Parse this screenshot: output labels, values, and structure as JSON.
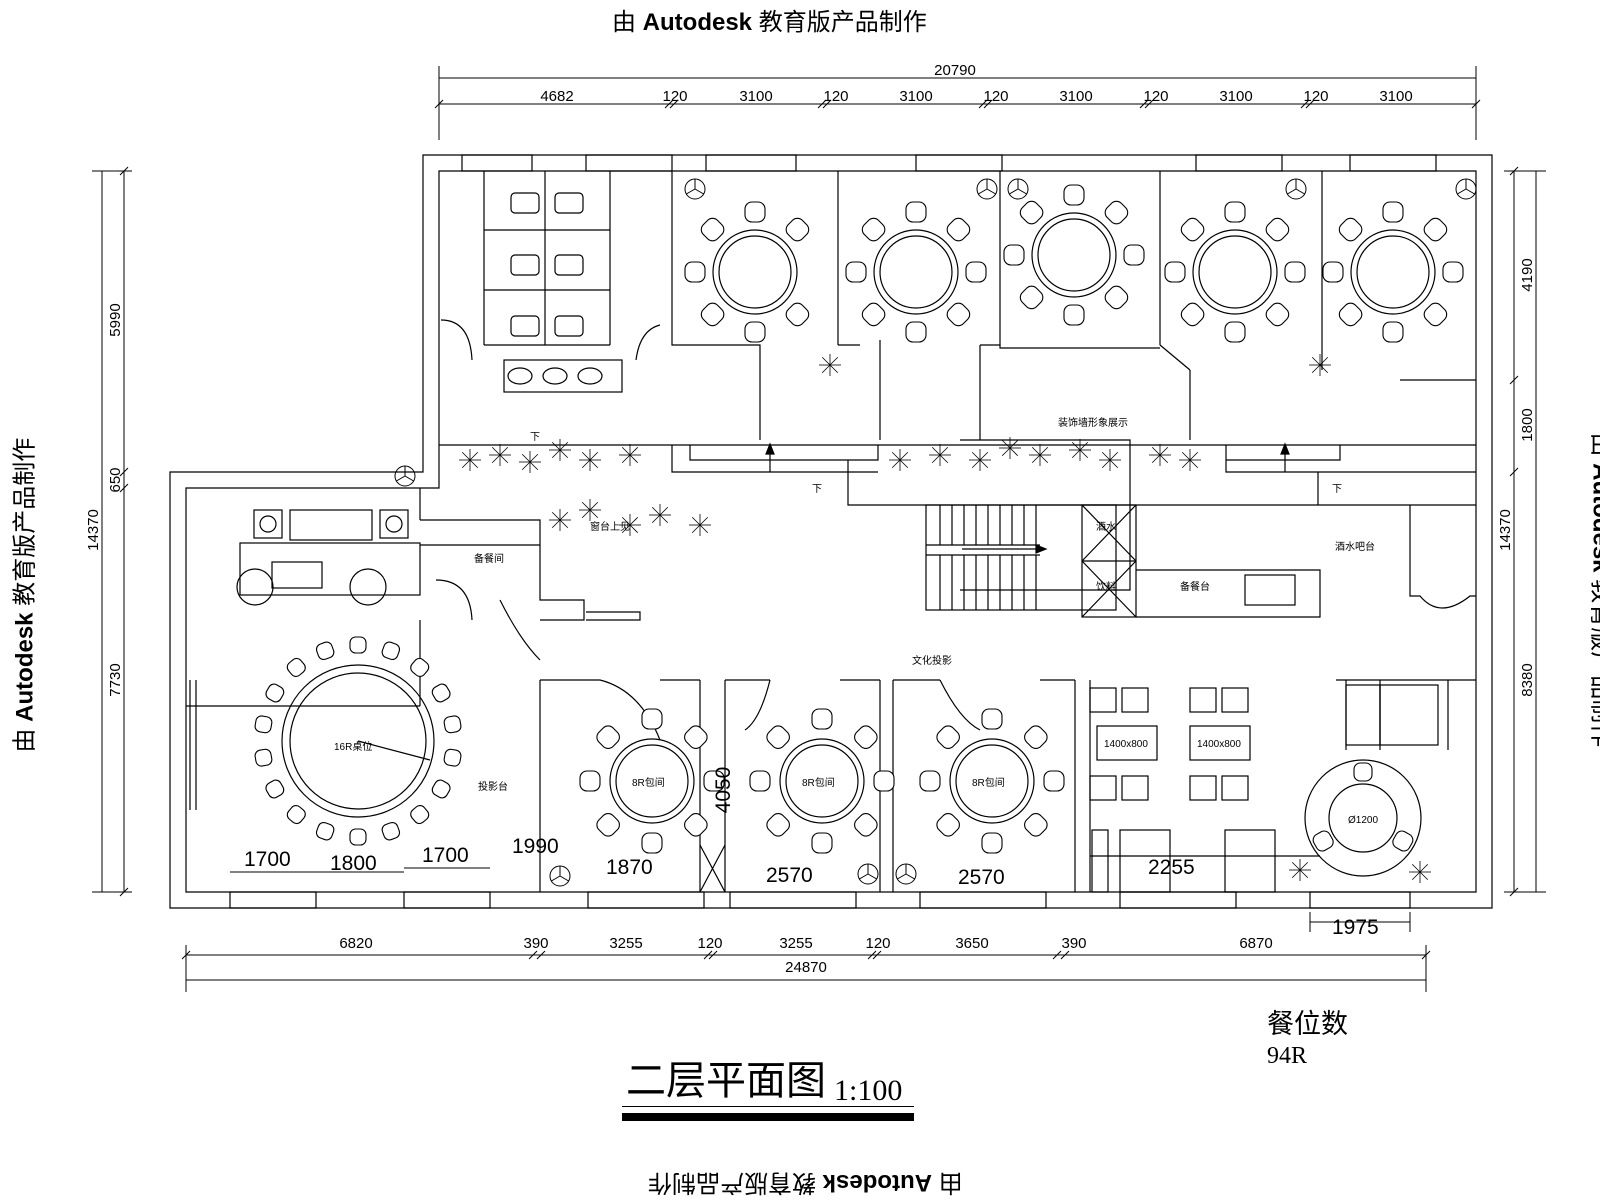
{
  "watermark": {
    "prefix": "由 ",
    "brand": "Autodesk",
    "suffix": " 教育版产品制作"
  },
  "title": "二层平面图",
  "scale": "1:100",
  "seats": {
    "label": "餐位数",
    "value": "94R"
  },
  "dims_top": {
    "overall": "20790",
    "segments": [
      "4682",
      "120",
      "3100",
      "120",
      "3100",
      "120",
      "3100",
      "120",
      "3100",
      "120",
      "3100"
    ]
  },
  "dims_bottom": {
    "overall": "24870",
    "segments": [
      "6820",
      "390",
      "3255",
      "120",
      "3255",
      "120",
      "3650",
      "390",
      "6870"
    ]
  },
  "dims_left": {
    "upper": "5990",
    "mid": "650",
    "overall": "14370",
    "lower": "7730"
  },
  "dims_right": {
    "upper": "4190",
    "mid": "1800",
    "overall": "14370",
    "lower": "8380"
  },
  "inner_dims": {
    "a": "1700",
    "b": "1800",
    "c": "1700",
    "d": "1990",
    "e": "1870",
    "f": "2570",
    "g": "2570",
    "h": "2255",
    "i": "1975",
    "j": "4050"
  },
  "room_labels": {
    "reserve": "备餐间",
    "window": "窗台上见",
    "display": "酒水吧台",
    "culture": "文化投影",
    "projector": "投影台",
    "round16": "16R桌位",
    "r8a": "8R包间",
    "r8b": "8R包间",
    "r8c": "8R包间",
    "round1200": "Ø1200",
    "wall_display": "装饰墙形象展示",
    "stairs_down_a": "下",
    "stairs_down_b": "下",
    "stairs_down_c": "下",
    "wine": "酒水",
    "drink": "饮料",
    "prep": "备餐台",
    "table4a": "1400x800",
    "table4b": "1400x800"
  }
}
